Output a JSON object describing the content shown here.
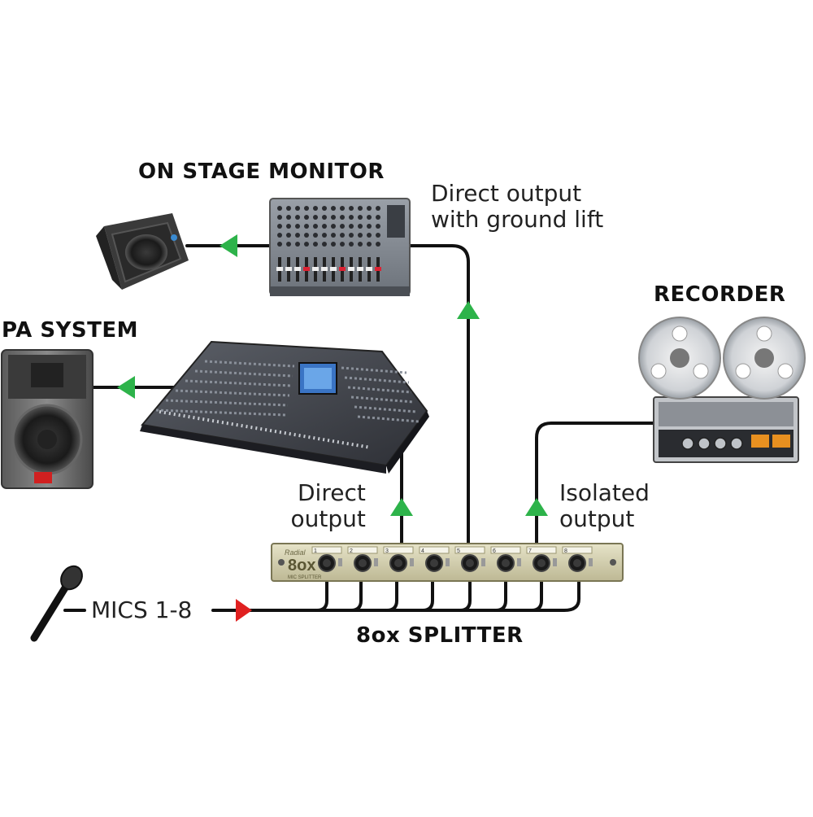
{
  "labels": {
    "on_stage_monitor": "ON STAGE MONITOR",
    "recorder": "RECORDER",
    "pa_system": "PA SYSTEM",
    "splitter": "8ox SPLITTER",
    "mics": "MICS 1-8",
    "direct_ground_lift": [
      "Direct output",
      "with ground lift"
    ],
    "direct_output": [
      "Direct",
      "output"
    ],
    "isolated_output": [
      "Isolated",
      "output"
    ]
  },
  "splitter_panel": {
    "brand": "Radial",
    "model": "8ox",
    "subtitle": "MIC SPLITTER",
    "channels": [
      "1",
      "2",
      "3",
      "4",
      "5",
      "6",
      "7",
      "8"
    ]
  },
  "colors": {
    "cable": "#111111",
    "arrow_output": "#2db34a",
    "arrow_input": "#e02020"
  },
  "icons": [
    "microphone-icon",
    "stage-monitor-speaker-icon",
    "pa-speaker-icon",
    "monitor-mixer-icon",
    "foh-console-icon",
    "reel-to-reel-recorder-icon",
    "splitter-rack-icon"
  ]
}
